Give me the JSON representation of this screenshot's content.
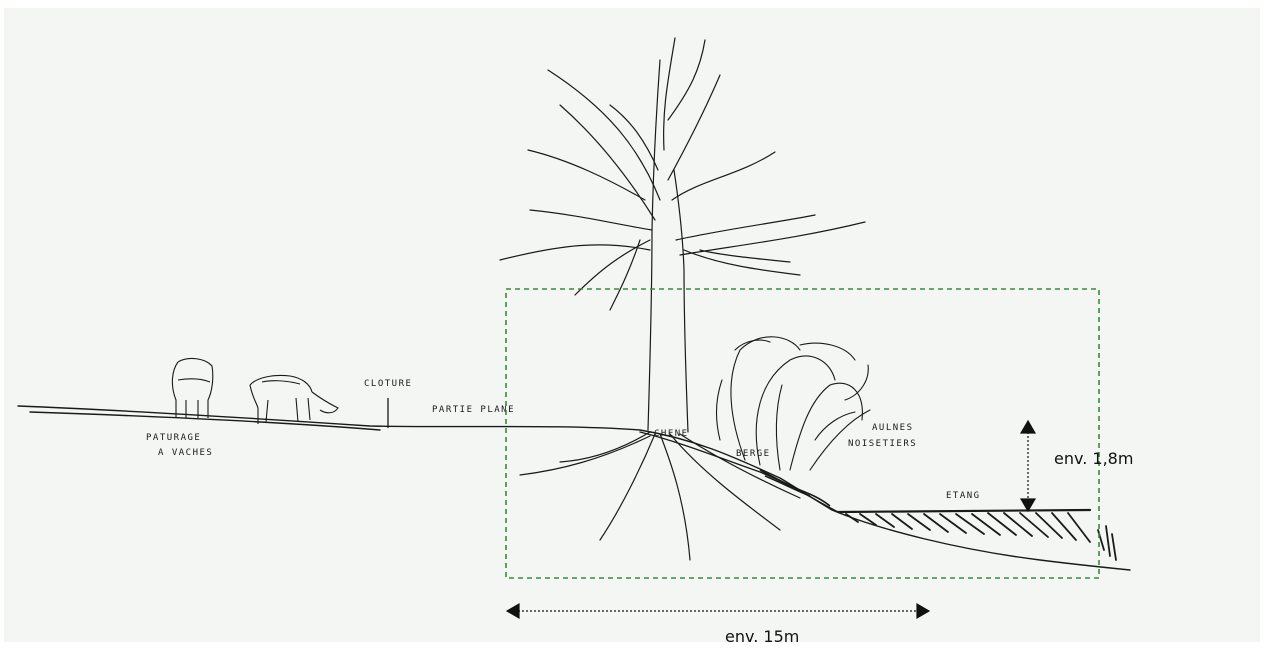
{
  "labels": {
    "paturage_line1": "PATURAGE",
    "paturage_line2": "A VACHES",
    "cloture": "CLOTURE",
    "partie_plane": "PARTIE PLANE",
    "chene": "CHENE",
    "berge": "BERGE",
    "aulnes_line1": "AULNES",
    "aulnes_line2": "NOISETIERS",
    "etang": "ETANG"
  },
  "dimensions": {
    "height_label": "env. 1,8m",
    "width_label": "env. 15m"
  },
  "colors": {
    "paper": "#f4f6f3",
    "ink": "#1a1a1a",
    "highlight_box": "#3a8a3a",
    "dimension_arrows": "#111111"
  }
}
